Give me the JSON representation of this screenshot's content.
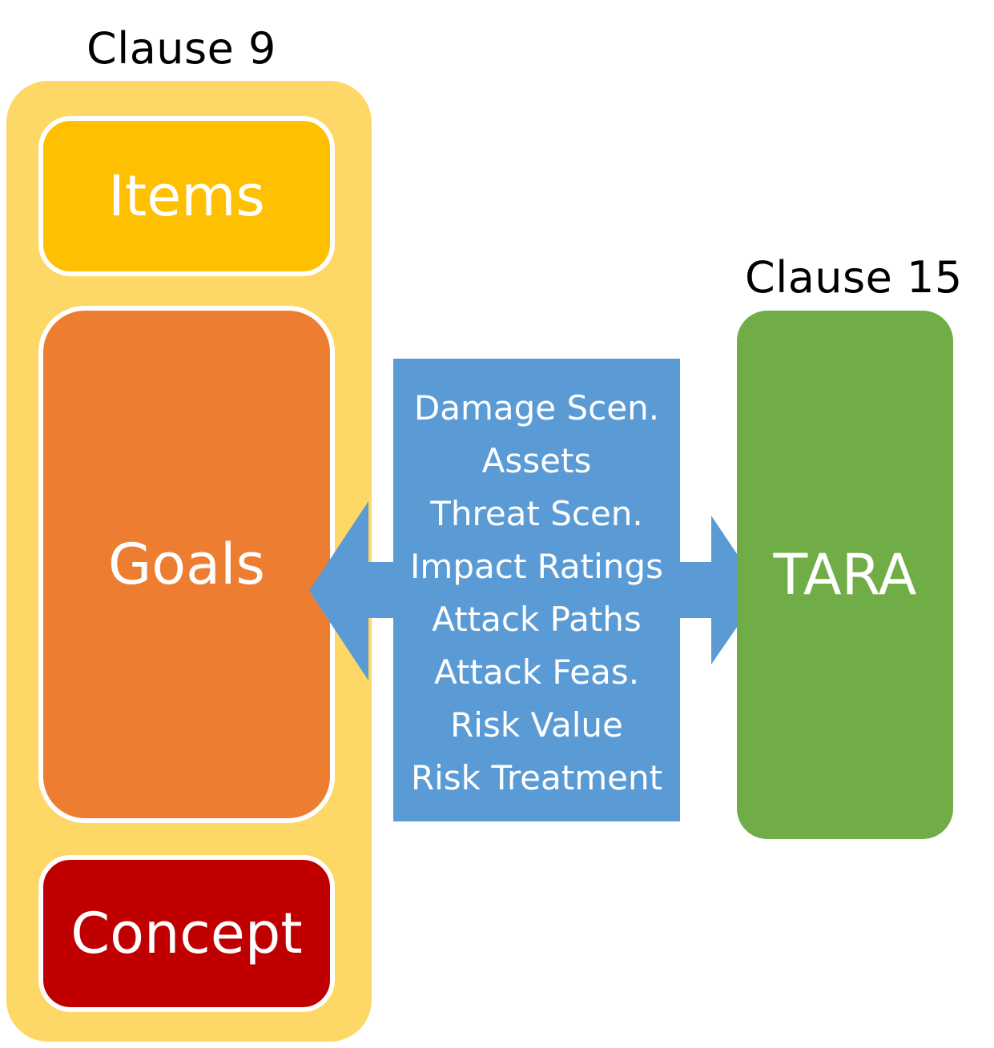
{
  "clause9": {
    "label": "Clause 9",
    "items": "Items",
    "goals": "Goals",
    "concept": "Concept"
  },
  "clause15": {
    "label": "Clause 15",
    "tara": "TARA"
  },
  "work_products": [
    "Damage Scen.",
    "Assets",
    "Threat Scen.",
    "Impact Ratings",
    "Attack Paths",
    "Attack Feas.",
    "Risk Value",
    "Risk Treatment"
  ],
  "colors": {
    "container": "#fed866",
    "items": "#fec000",
    "goals": "#ed7d31",
    "concept": "#c00000",
    "arrow": "#5b9bd5",
    "tara": "#70ad47"
  }
}
